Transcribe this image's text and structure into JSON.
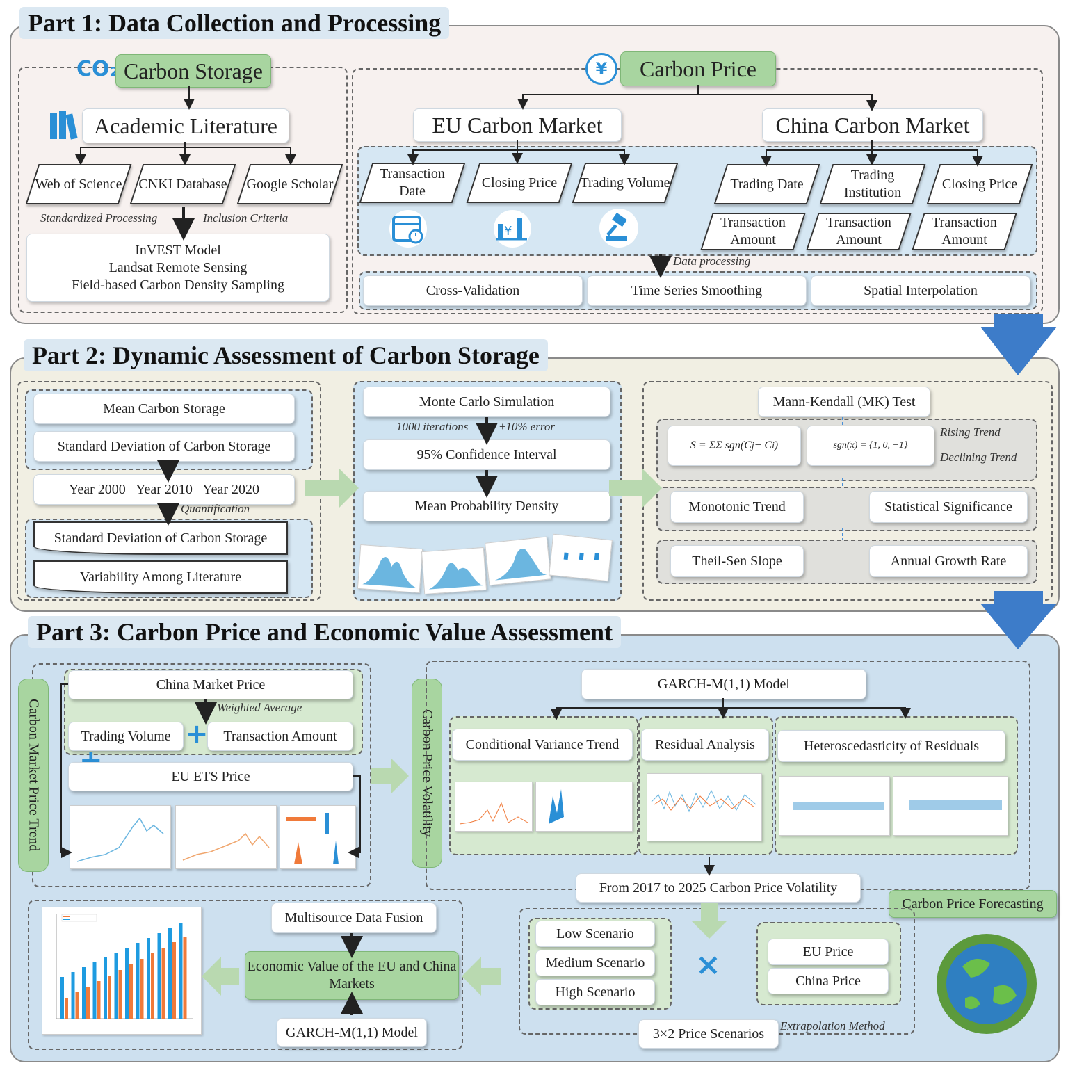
{
  "part1": {
    "title": "Part 1: Data Collection and Processing",
    "carbon_storage": "Carbon Storage",
    "co2_icon": "CO₂",
    "academic_literature": "Academic Literature",
    "sources": [
      "Web of Science",
      "CNKI Database",
      "Google Scholar"
    ],
    "standardized_processing": "Standardized Processing",
    "inclusion_criteria": "Inclusion Criteria",
    "methods": [
      "InVEST Model",
      "Landsat Remote Sensing",
      "Field-based Carbon Density Sampling"
    ],
    "carbon_price": "Carbon Price",
    "yuan_icon": "¥",
    "eu_market": "EU Carbon Market",
    "china_market": "China Carbon Market",
    "eu_items": [
      "Transaction Date",
      "Closing Price",
      "Trading Volume"
    ],
    "china_items_top": [
      "Trading Date",
      "Trading Institution",
      "Closing Price"
    ],
    "china_items_bottom": [
      "Transaction Amount",
      "Transaction Amount",
      "Transaction Amount"
    ],
    "data_processing": "Data processing",
    "processing_steps": [
      "Cross-Validation",
      "Time Series Smoothing",
      "Spatial Interpolation"
    ]
  },
  "part2": {
    "title": "Part 2: Dynamic Assessment of Carbon Storage",
    "mean_storage": "Mean Carbon Storage",
    "sd_storage": "Standard Deviation of Carbon Storage",
    "years": "Year 2000   Year 2010   Year 2020",
    "quantification": "Quantification",
    "sd_storage_2": "Standard Deviation of Carbon Storage",
    "variability": "Variability Among Literature",
    "monte_carlo": "Monte Carlo Simulation",
    "iterations": "1000 iterations",
    "error": "±10% error",
    "confidence": "95% Confidence Interval",
    "mean_density": "Mean Probability Density",
    "mk_test": "Mann-Kendall (MK) Test",
    "rising": "Rising Trend",
    "declining": "Declining Trend",
    "monotonic": "Monotonic Trend",
    "significance": "Statistical Significance",
    "theil_sen": "Theil-Sen Slope",
    "growth_rate": "Annual Growth Rate"
  },
  "part3": {
    "title": "Part 3: Carbon Price and Economic Value Assessment",
    "trend_label": "Carbon Market Price Trend",
    "china_market_price": "China Market Price",
    "weighted_average": "Weighted Average",
    "trading_volume": "Trading Volume",
    "transaction_amount": "Transaction Amount",
    "eu_ets_price": "EU ETS Price",
    "volatility_label": "Carbon Price Volatility",
    "garch": "GARCH-M(1,1) Model",
    "cond_variance": "Conditional Variance Trend",
    "residual": "Residual Analysis",
    "hetero": "Heteroscedasticity of Residuals",
    "volatility_period": "From 2017 to 2025 Carbon Price Volatility",
    "forecasting": "Carbon Price Forecasting",
    "scenarios": [
      "Low Scenario",
      "Medium Scenario",
      "High Scenario"
    ],
    "prices": [
      "EU Price",
      "China Price"
    ],
    "price_scenarios": "3×2 Price Scenarios",
    "extrapolation": "Extrapolation Method",
    "fusion": "Multisource Data Fusion",
    "economic_value": "Economic Value of the EU and China Markets",
    "garch_2": "GARCH-M(1,1) Model",
    "times": "×"
  },
  "colors": {
    "green": "#a8d5a0",
    "blue_arrow": "#3d7cc9",
    "part1_bg": "#f7f1ef",
    "part2_bg": "#f1efe3",
    "part3_bg": "#cde0ef",
    "light_blue": "#cfe3f1"
  }
}
